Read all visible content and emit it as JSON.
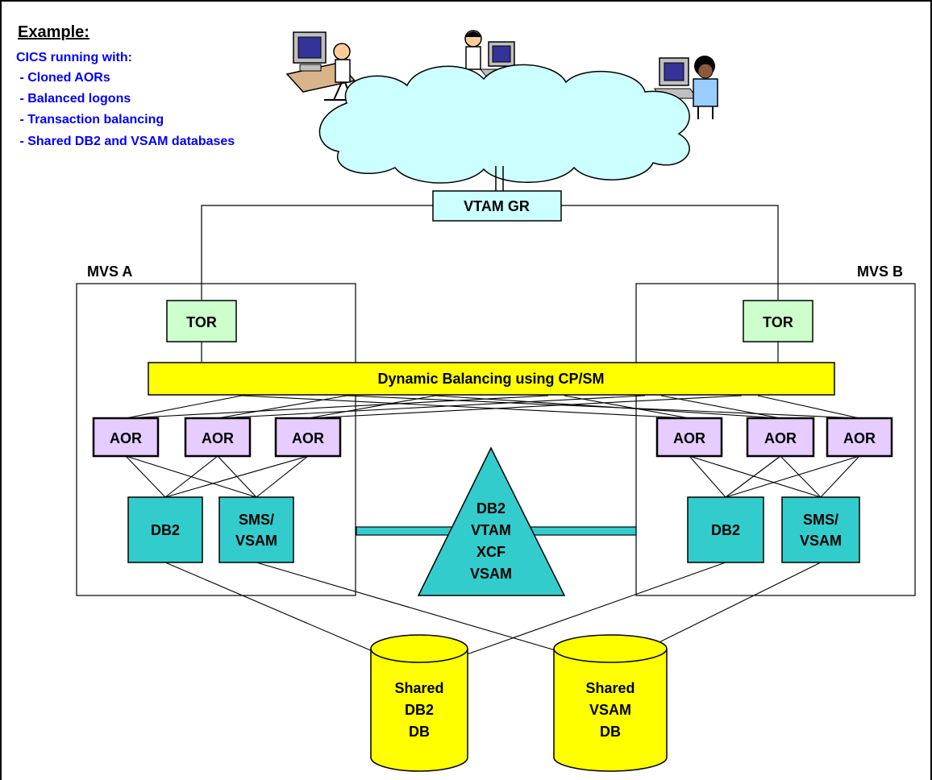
{
  "example": {
    "heading": "Example:",
    "lines": [
      "CICS running with:",
      " - Cloned AORs",
      " - Balanced logons",
      " - Transaction balancing",
      " - Shared DB2 and VSAM databases"
    ]
  },
  "vtam": {
    "label": "VTAM GR"
  },
  "systems": [
    {
      "label": "MVS A",
      "tor": "TOR",
      "aors": [
        "AOR",
        "AOR",
        "AOR"
      ],
      "db2": "DB2",
      "sms": [
        "SMS/",
        "VSAM"
      ]
    },
    {
      "label": "MVS B",
      "tor": "TOR",
      "aors": [
        "AOR",
        "AOR",
        "AOR"
      ],
      "db2": "DB2",
      "sms": [
        "SMS/",
        "VSAM"
      ]
    }
  ],
  "balancer": {
    "label": "Dynamic Balancing using CP/SM"
  },
  "coupling": {
    "lines": [
      "DB2",
      "VTAM",
      "XCF",
      "VSAM"
    ]
  },
  "databases": [
    {
      "lines": [
        "Shared",
        "DB2",
        "DB"
      ]
    },
    {
      "lines": [
        "Shared",
        "VSAM",
        "DB"
      ]
    }
  ],
  "colors": {
    "example_text": "#0000ff",
    "cloud": "#ccffff",
    "vtam_box": "#ccffff",
    "tor_box": "#ccffcc",
    "aor_box": "#e6ccff",
    "cyan_box": "#33cccc",
    "balancer": "#ffff00",
    "cylinder": "#ffff00"
  }
}
